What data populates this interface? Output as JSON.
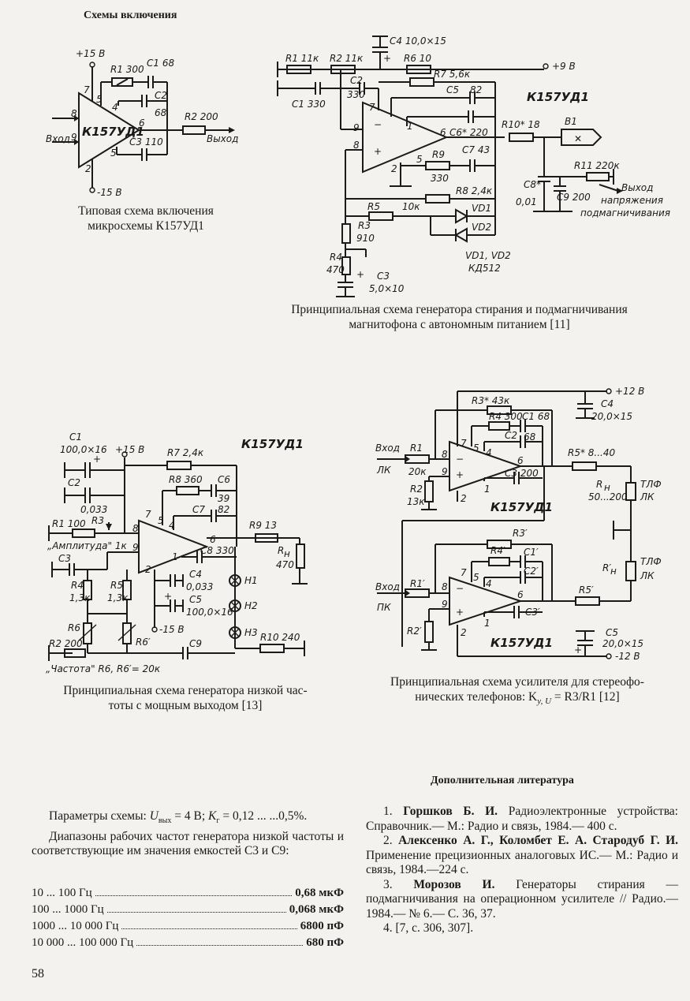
{
  "section_title": "Схемы включения",
  "captions": {
    "c1": [
      "Типовая схема включения",
      "микросхемы К157УД1"
    ],
    "c2": [
      "Принципиальная схема генератора стирания и подмагничивания",
      "магнитофона с автономным питанием [11]"
    ],
    "c3": [
      "Принципиальная схема генератора низкой час-",
      "тоты с мощным выходом [13]"
    ],
    "c4": [
      "Принципиальная схема усилителя для стереофо-",
      "нических телефонов: K",
      "у, U",
      " = R3/R1 [12]"
    ]
  },
  "schematic1": {
    "chip": "К157УД1",
    "vplus": "+15 В",
    "vminus": "-15 В",
    "r1": "R1 300",
    "c1": "C1 68",
    "c2": "C2",
    "c2v": "68",
    "c3": "C3 110",
    "r2": "R2 200",
    "input": "Вход",
    "output": "Выход",
    "pins": [
      "7",
      "5",
      "4",
      "8",
      "9",
      "6",
      "5",
      "2"
    ]
  },
  "schematic2": {
    "chip": "К157УД1",
    "r1": "R1 11к",
    "r2": "R2 11к",
    "c4": "C4 10,0×15",
    "r6": "R6 10",
    "vplus": "+9 В",
    "c2": "C2",
    "c2v": "330",
    "c1": "C1 330",
    "r7": "R7 5,6к",
    "c5": "C5",
    "c5v": "82",
    "c6": "C6* 220",
    "r10": "R10* 18",
    "b1": "B1",
    "r9": "R9",
    "r9v": "330",
    "c7": "C7 43",
    "r8": "R8 2,4к",
    "r5": "R5",
    "r5v": "10к",
    "vd1": "VD1",
    "vd2": "VD2",
    "c8": "C8*",
    "c8v": "0,01",
    "c9": "C9 200",
    "r11": "R11 220к",
    "out": [
      "Выход",
      "напряжения",
      "подмагничивания"
    ],
    "r3": "R3",
    "r3v": "910",
    "r4": "R4",
    "r4v": "470",
    "c3": "C3",
    "c3v": "5,0×10",
    "diodes": [
      "VD1, VD2",
      "КД512"
    ],
    "pins": [
      "7",
      "9",
      "8",
      "1",
      "6",
      "5",
      "2"
    ]
  },
  "schematic3": {
    "chip": "К157УД1",
    "c1": "C1",
    "c1v": "100,0×16",
    "vplus": "+15 В",
    "r7": "R7 2,4к",
    "c2": "C2",
    "c2v": "0,033",
    "r8": "R8 360",
    "c6": "C6",
    "c6v": "39",
    "c7": "C7",
    "c7v": "82",
    "r1": "R1 100",
    "r3": "R3",
    "amp": "„Амплитуда\" 1к",
    "c8": "C8 330",
    "r9": "R9 13",
    "rn": "R",
    "rnsub": "н",
    "rnv": "470",
    "c3": "C3",
    "r4": "R4",
    "r4v": "1,3к",
    "r5": "R5",
    "r5v": "1,3к",
    "c4": "C4",
    "c4v": "0,033",
    "c5": "C5",
    "c5v": "100,0×16",
    "h1": "H1",
    "h2": "H2",
    "h3": "H3",
    "vminus": "-15 В",
    "r6": "R6",
    "r6p": "R6′",
    "r2": "R2 200",
    "c9": "C9",
    "r10": "R10 240",
    "freq": "„Частота\" R6, R6′= 20к",
    "pins": [
      "7",
      "5",
      "4",
      "8",
      "9",
      "6",
      "2",
      "1"
    ]
  },
  "schematic4": {
    "chip": "К157УД1",
    "r3": "R3* 43к",
    "vplus": "+12 В",
    "c4": "C4",
    "c4v": "20,0×15",
    "r4": "R4 300",
    "c1": "C1 68",
    "c2": "C2",
    "c2v": "68",
    "c3": "C3 200",
    "input1": [
      "Вход",
      "ЛК"
    ],
    "r1": "R1",
    "r1v": "20к",
    "r2": "R2",
    "r2v": "13к",
    "r5": "R5* 8...40",
    "rn": "R",
    "rnsub": "н",
    "rnv": "50...200",
    "phone1": [
      "ТЛФ",
      "ЛК"
    ],
    "r3p": "R3′",
    "r4p": "R4′",
    "c1p": "C1′",
    "c2p": "C2′",
    "c3p": "C3′",
    "rnp": "R′",
    "rnpsub": "н",
    "phone2": [
      "ТЛФ",
      "ЛК"
    ],
    "input2": [
      "Вход",
      "ПК"
    ],
    "r1p": "R1′",
    "r2p": "R2′",
    "r5p": "R5′",
    "c5": "C5",
    "c5v": "20,0×15",
    "vminus": "-12 В",
    "pins": [
      "8",
      "9",
      "7",
      "5",
      "4",
      "6",
      "1",
      "2"
    ]
  },
  "params": {
    "p1a": "Параметры схемы: ",
    "uvyx": "U",
    "uvyx_sub": "вых",
    "p1b": " = 4 В; ",
    "kg": "K",
    "kg_sub": "г",
    "p1c": " = 0,12 ... ...0,5%.",
    "p2": "Диапазоны рабочих частот генератора низкой частоты и соответствующие им значения емкостей C3 и C9:",
    "rows": [
      {
        "range": "10 ... 100 Гц",
        "value": "0,68 мкФ"
      },
      {
        "range": "100 ... 1000 Гц",
        "value": "0,068 мкФ"
      },
      {
        "range": "1000 ... 10 000 Гц",
        "value": "6800 пФ"
      },
      {
        "range": "10 000 ... 100 000 Гц",
        "value": "680 пФ"
      }
    ]
  },
  "literature": {
    "title": "Дополнительная литература",
    "items": [
      {
        "num": "1. ",
        "author": "Горшков Б. И.",
        "text": " Радиоэлектронные устройства: Справочник.— М.: Радио и связь, 1984.— 400 с."
      },
      {
        "num": "2. ",
        "author": "Алексенко А. Г., Коломбет Е. А. Стародуб Г. И.",
        "text": " Применение прецизионных аналоговых ИС.— М.: Радио и связь, 1984.—224 с."
      },
      {
        "num": "3. ",
        "author": "Морозов И.",
        "text": " Генераторы стирания — подмагничивания на операционном усилителе // Радио.— 1984.— № 6.— С. 36, 37."
      },
      {
        "num": "4. ",
        "author": "",
        "text": "[7, с. 306, 307]."
      }
    ]
  },
  "page_number": "58"
}
